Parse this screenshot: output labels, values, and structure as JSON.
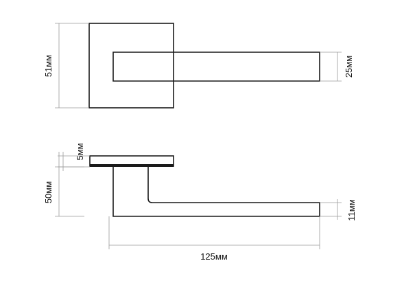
{
  "dimensions": {
    "rose_height": "51мм",
    "lever_width_top": "25мм",
    "rose_thickness": "5мм",
    "total_height": "50мм",
    "lever_thickness": "11мм",
    "lever_length": "125мм"
  },
  "colors": {
    "outline": "#1a1a1a",
    "dimension_line": "#9a9a9a",
    "text": "#111111"
  }
}
